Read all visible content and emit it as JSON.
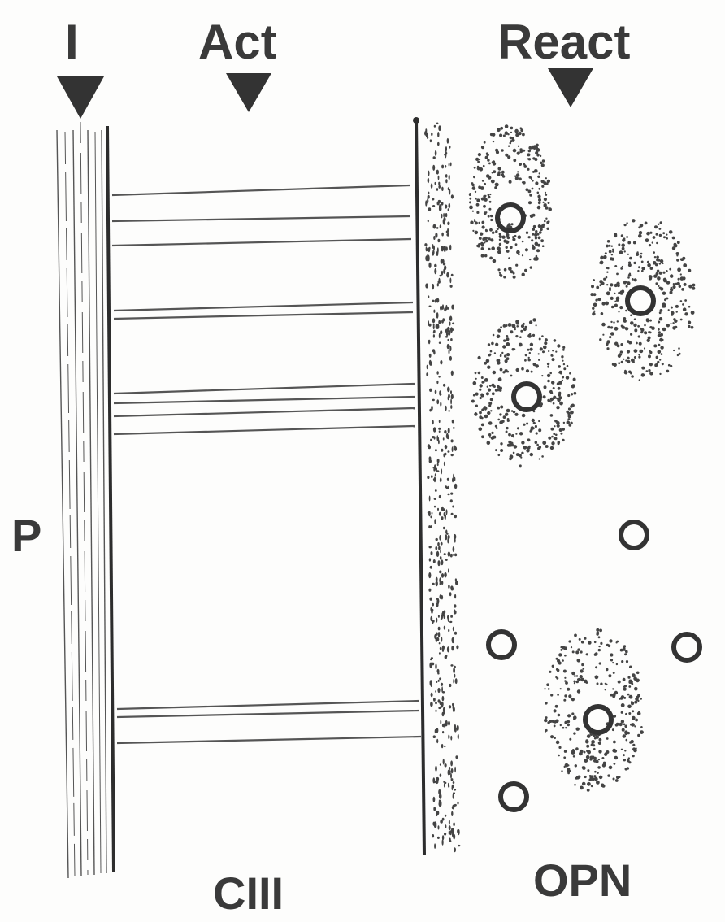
{
  "labels": {
    "top_left": "I",
    "act": "Act",
    "react": "React",
    "p": "P",
    "ciii": "CIII",
    "opn": "OPN"
  },
  "colors": {
    "ink": "#3a3a3a",
    "paper": "#fdfdfc"
  }
}
